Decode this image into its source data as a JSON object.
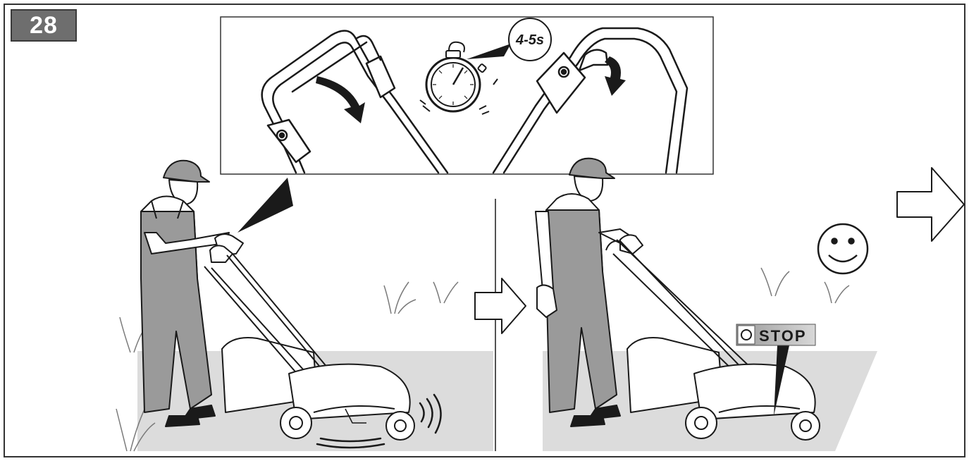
{
  "figure": {
    "step_number": "28",
    "timer_label": "4-5s",
    "stop_label": "STOP"
  },
  "icons": {
    "stopwatch": "stopwatch-icon",
    "smiley": "smiley-face-icon",
    "step_arrow": "right-arrow-icon",
    "next_arrow": "next-arrow-icon"
  },
  "colors": {
    "badge": "#6e6e6e",
    "ground": "#dcdcdc",
    "stop_label_bg": "#8a8a8a",
    "clothing": "#9a9a9a",
    "line": "#1a1a1a"
  }
}
